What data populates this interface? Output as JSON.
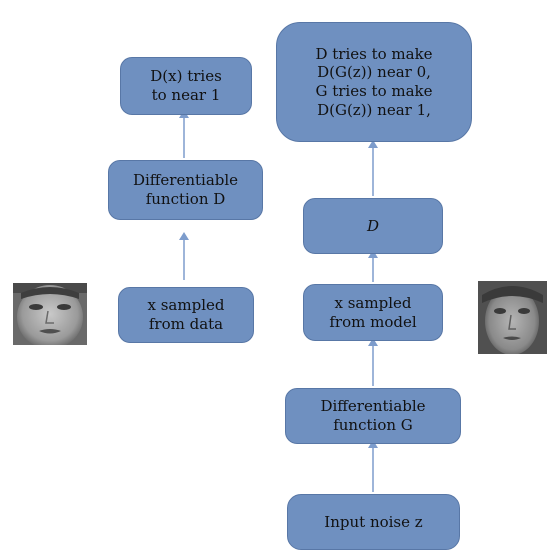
{
  "colors": {
    "box_fill": "#6f90c0",
    "box_border": "#5877a6",
    "arrow": "#7d9ccc",
    "text": "#111111"
  },
  "left_column": {
    "top_box": {
      "lines": [
        "D(x) tries",
        "to near 1"
      ]
    },
    "middle_box": {
      "lines": [
        "Differentiable",
        "function D"
      ]
    },
    "bottom_box": {
      "lines": [
        "x sampled",
        "from data"
      ]
    }
  },
  "right_column": {
    "top_box": {
      "lines": [
        "D tries to make",
        "D(G(z)) near 0,",
        "G tries to make",
        "D(G(z)) near 1,"
      ]
    },
    "d_box": {
      "lines": [
        "D"
      ]
    },
    "sample_box": {
      "lines": [
        "x sampled",
        "from model"
      ]
    },
    "g_box": {
      "lines": [
        "Differentiable",
        "function G"
      ]
    },
    "noise_box": {
      "lines": [
        "Input noise z"
      ]
    }
  },
  "images": {
    "left_face": "real-face-photo",
    "right_face": "generated-face-photo"
  }
}
